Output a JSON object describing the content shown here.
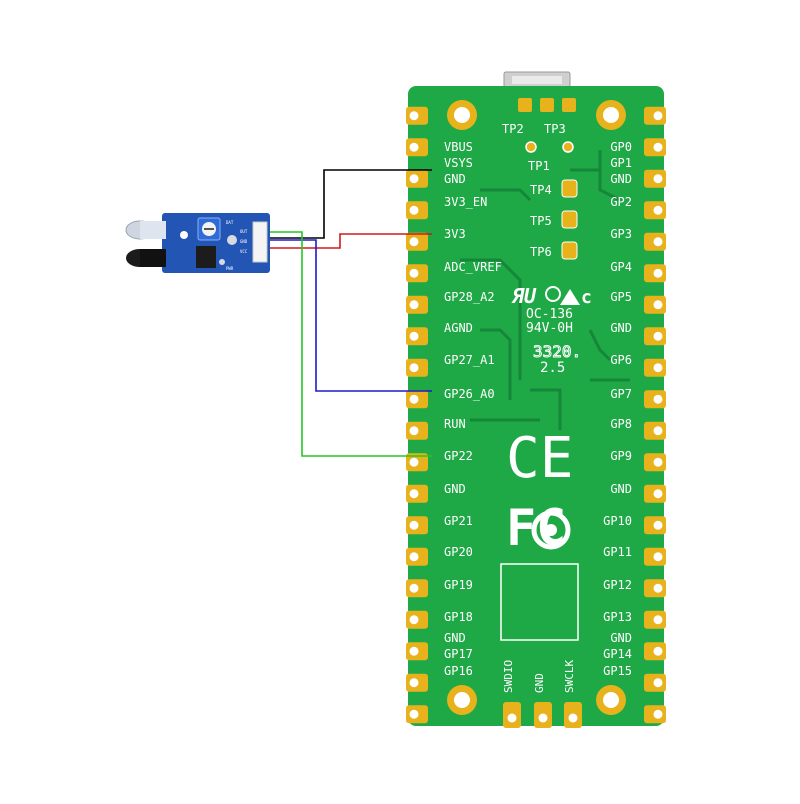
{
  "board": {
    "left_pins": [
      "VBUS",
      "VSYS",
      "GND",
      "3V3_EN",
      "3V3",
      "ADC_VREF",
      "GP28_A2",
      "AGND",
      "GP27_A1",
      "GP26_A0",
      "RUN",
      "GP22",
      "GND",
      "GP21",
      "GP20",
      "GP19",
      "GP18",
      "GND",
      "GP17",
      "GP16"
    ],
    "right_pins": [
      "GP0",
      "GP1",
      "GND",
      "GP2",
      "GP3",
      "GP4",
      "GP5",
      "GND",
      "GP6",
      "GP7",
      "GP8",
      "GP9",
      "GND",
      "GP10",
      "GP11",
      "GP12",
      "GP13",
      "GND",
      "GP14",
      "GP15"
    ],
    "bottom_pins": [
      "SWDIO",
      "GND",
      "SWCLK"
    ],
    "test_points": [
      "TP2",
      "TP3",
      "TP1",
      "TP4",
      "TP5",
      "TP6"
    ],
    "cert_codes": [
      "OC-136",
      "94V-0H",
      "3320.",
      "2.5"
    ],
    "ce_mark": "CE",
    "fcc_mark": "FC"
  },
  "sensor": {
    "labels": [
      "OUT",
      "GND",
      "VCC",
      "DAT",
      "PWR"
    ]
  },
  "colors": {
    "pcb": "#1fa846",
    "pcb_dark": "#17913b",
    "trace": "#16873a",
    "pad_gold": "#e8b21c",
    "sensor_blue": "#2355b5",
    "wire_gnd": "#000000",
    "wire_vcc": "#d21919",
    "wire_out": "#1b1bc8",
    "wire_data": "#23c723"
  }
}
